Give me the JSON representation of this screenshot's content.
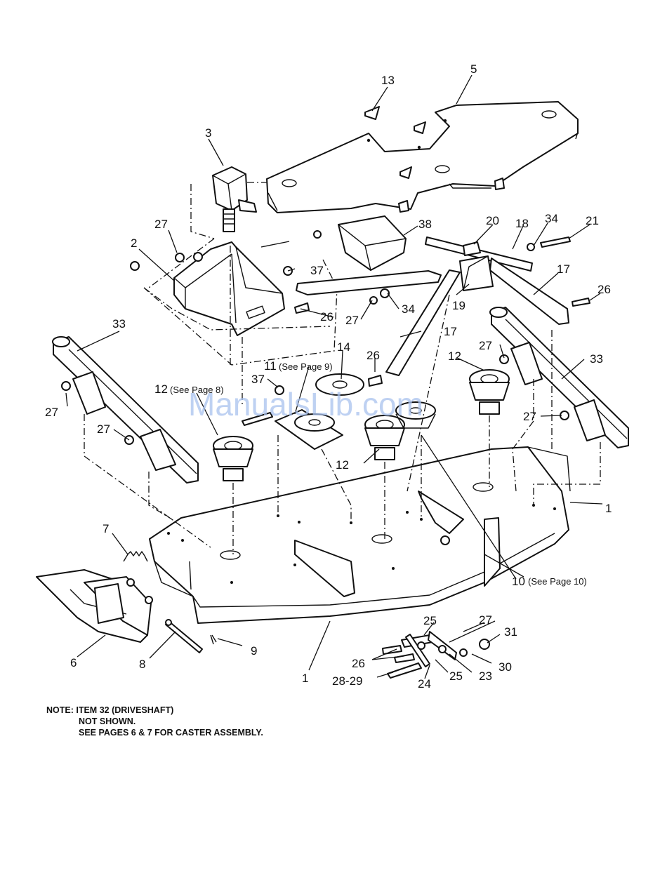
{
  "watermark": "ManualsLib.com",
  "callouts": [
    {
      "id": "c13",
      "text": "13"
    },
    {
      "id": "c5",
      "text": "5"
    },
    {
      "id": "c3",
      "text": "3"
    },
    {
      "id": "c27a",
      "text": "27"
    },
    {
      "id": "c2",
      "text": "2"
    },
    {
      "id": "c37a",
      "text": "37"
    },
    {
      "id": "c38",
      "text": "38"
    },
    {
      "id": "c20",
      "text": "20"
    },
    {
      "id": "c18",
      "text": "18"
    },
    {
      "id": "c34a",
      "text": "34"
    },
    {
      "id": "c21",
      "text": "21"
    },
    {
      "id": "c17a",
      "text": "17"
    },
    {
      "id": "c26a",
      "text": "26"
    },
    {
      "id": "c19",
      "text": "19"
    },
    {
      "id": "c34b",
      "text": "34"
    },
    {
      "id": "c27b",
      "text": "27"
    },
    {
      "id": "c26b",
      "text": "26"
    },
    {
      "id": "c17b",
      "text": "17"
    },
    {
      "id": "c33a",
      "text": "33"
    },
    {
      "id": "c14",
      "text": "14"
    },
    {
      "id": "c26c",
      "text": "26"
    },
    {
      "id": "c27c",
      "text": "27"
    },
    {
      "id": "c12a",
      "text": "12"
    },
    {
      "id": "c33b",
      "text": "33"
    },
    {
      "id": "c11",
      "text": "11"
    },
    {
      "id": "c11ref",
      "text": "(See Page 9)"
    },
    {
      "id": "c12b",
      "text": "12"
    },
    {
      "id": "c12bref",
      "text": "(See Page 8)"
    },
    {
      "id": "c37b",
      "text": "37"
    },
    {
      "id": "c27d",
      "text": "27"
    },
    {
      "id": "c27e",
      "text": "27"
    },
    {
      "id": "c27f",
      "text": "27"
    },
    {
      "id": "c12c",
      "text": "12"
    },
    {
      "id": "c1a",
      "text": "1"
    },
    {
      "id": "c7",
      "text": "7"
    },
    {
      "id": "c10",
      "text": "10"
    },
    {
      "id": "c10ref",
      "text": "(See Page 10)"
    },
    {
      "id": "c25a",
      "text": "25"
    },
    {
      "id": "c27g",
      "text": "27"
    },
    {
      "id": "c31",
      "text": "31"
    },
    {
      "id": "c6",
      "text": "6"
    },
    {
      "id": "c8",
      "text": "8"
    },
    {
      "id": "c9",
      "text": "9"
    },
    {
      "id": "c1b",
      "text": "1"
    },
    {
      "id": "c26d",
      "text": "26"
    },
    {
      "id": "c30",
      "text": "30"
    },
    {
      "id": "c23",
      "text": "23"
    },
    {
      "id": "c25b",
      "text": "25"
    },
    {
      "id": "c24",
      "text": "24"
    },
    {
      "id": "c2829",
      "text": "28-29"
    }
  ],
  "note": {
    "line1": "NOTE: ITEM 32 (DRIVESHAFT)",
    "line2": "NOT SHOWN.",
    "line3": "SEE PAGES 6 & 7 FOR CASTER ASSEMBLY."
  }
}
